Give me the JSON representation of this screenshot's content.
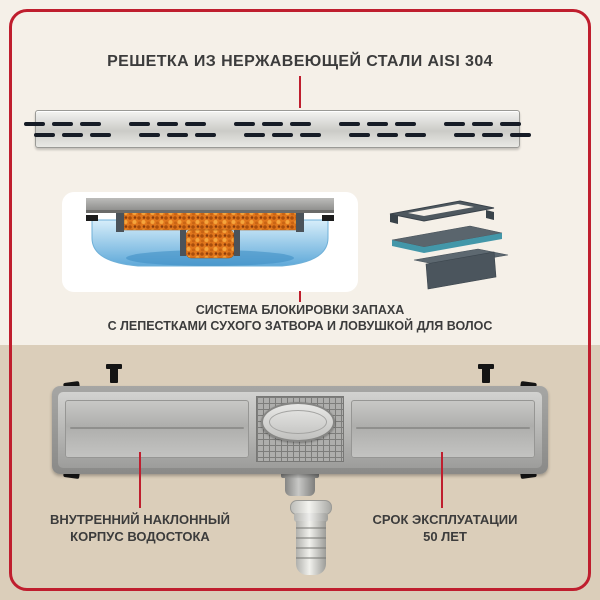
{
  "colors": {
    "accent": "#bf1e2e",
    "bg_top": "#f5f0e8",
    "bg_bottom": "#dbceba",
    "text": "#3c3c3c"
  },
  "header": {
    "title": "РЕШЕТКА ИЗ НЕРЖАВЕЮЩЕЙ СТАЛИ AISI 304"
  },
  "callouts": {
    "odor_system": {
      "line1": "СИСТЕМА БЛОКИРОВКИ ЗАПАХА",
      "line2": "С ЛЕПЕСТКАМИ СУХОГО ЗАТВОРА И ЛОВУШКОЙ ДЛЯ ВОЛОС"
    },
    "inner_body": {
      "line1": "ВНУТРЕННИЙ НАКЛОННЫЙ",
      "line2": "КОРПУС ВОДОСТОКА"
    },
    "lifetime": {
      "line1": "СРОК ЭКСПЛУАТАЦИИ",
      "line2": "50 ЛЕТ"
    }
  }
}
